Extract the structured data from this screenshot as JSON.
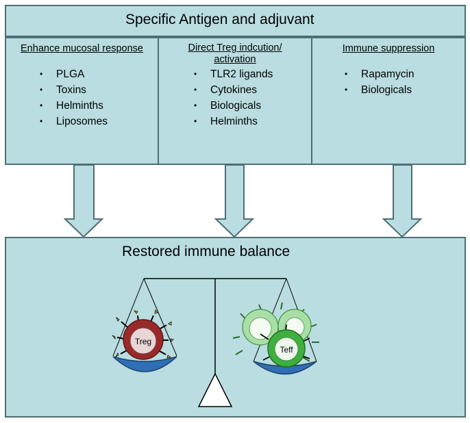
{
  "top": {
    "title": "Specific Antigen and adjuvant",
    "columns": [
      {
        "heading": "Enhance mucosal response",
        "items": [
          "PLGA",
          "Toxins",
          "Helminths",
          "Liposomes"
        ]
      },
      {
        "heading_line1": "Direct Treg indcution/",
        "heading_line2": "activation",
        "items": [
          "TLR2 ligands",
          "Cytokines",
          "Biologicals",
          "Helminths"
        ]
      },
      {
        "heading": "Immune  suppression",
        "items": [
          "Rapamycin",
          "Biologicals"
        ]
      }
    ]
  },
  "bottom": {
    "title": "Restored immune balance",
    "treg_label": "Treg",
    "teff_label": "Teff"
  },
  "colors": {
    "box_fill": "#b9dde0",
    "box_border": "#4d6e75",
    "treg_cell": "#9a2a2a",
    "teff_cell": "#3faf3f",
    "pan_fill": "#2f6fb5"
  }
}
